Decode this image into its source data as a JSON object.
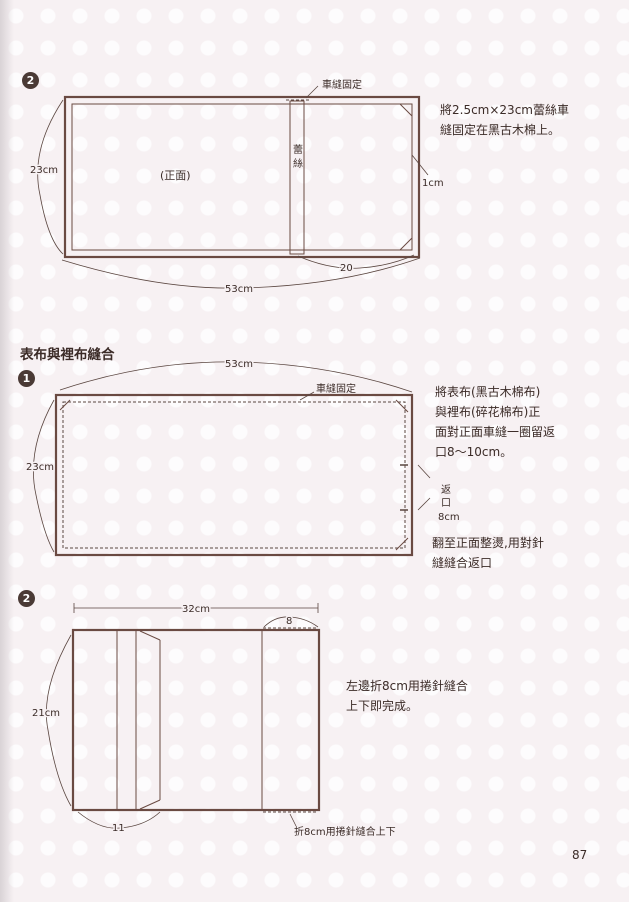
{
  "section1": {
    "step": "2",
    "labels": {
      "fixed": "車縫固定",
      "lace_char1": "蕾",
      "lace_char2": "絲",
      "front": "(正面)",
      "height": "23cm",
      "width": "53cm",
      "margin": "1cm",
      "lace_pos": "20"
    },
    "note_lines": [
      "將2.5cm×23cm蕾絲車",
      "縫固定在黑古木棉上。"
    ]
  },
  "section2": {
    "heading": "表布與裡布縫合",
    "step": "1",
    "labels": {
      "width": "53cm",
      "fixed": "車縫固定",
      "height": "23cm",
      "opening_char1": "返",
      "opening_char2": "口",
      "opening_size": "8cm"
    },
    "note1_lines": [
      "將表布(黑古木棉布)",
      "與裡布(碎花棉布)正",
      "面對正面車縫一圈留返",
      "口8～10cm。"
    ],
    "note2_lines": [
      "翻至正面整燙,用對針",
      "縫縫合返口"
    ]
  },
  "section3": {
    "step": "2",
    "labels": {
      "width": "32cm",
      "fold": "8",
      "height": "21cm",
      "bottom": "11",
      "fold_note": "折8cm用捲針縫合上下"
    },
    "note_lines": [
      "左邊折8cm用捲針縫合",
      "上下即完成。"
    ]
  },
  "page_number": "87"
}
